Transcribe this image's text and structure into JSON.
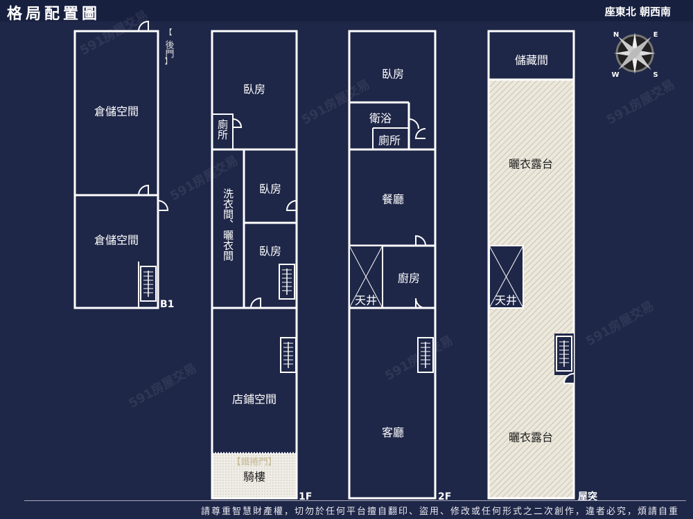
{
  "header": {
    "title": "格局配置圖",
    "orientation": "座東北 朝西南"
  },
  "compass": {
    "labels": [
      "N",
      "E",
      "S",
      "W"
    ]
  },
  "floors": {
    "b1": {
      "label": "B1",
      "back_door": "後門",
      "rooms": [
        "倉儲空間",
        "倉儲空間"
      ]
    },
    "f1": {
      "label": "1F",
      "rooms": {
        "bedroom1": "臥房",
        "toilet": "廁所",
        "laundry": "洗衣間、曬衣間",
        "bedroom2": "臥房",
        "bedroom3": "臥房",
        "shop": "店鋪空間",
        "shutter": "【鐵捲門】",
        "arcade": "騎樓"
      }
    },
    "f2": {
      "label": "2F",
      "rooms": {
        "bedroom": "臥房",
        "bath": "衛浴",
        "toilet": "廁所",
        "dining": "餐廳",
        "skylight": "天井",
        "kitchen": "廚房",
        "living": "客廳"
      }
    },
    "roof": {
      "label": "屋突",
      "rooms": {
        "storage": "儲藏間",
        "balcony1": "曬衣露台",
        "skylight": "天井",
        "balcony2": "曬衣露台"
      }
    }
  },
  "watermark": "591房屋交易",
  "footer": {
    "notice": "請尊重智慧財產權，切勿於任何平台擅自翻印、盜用、修改或任何形式之二次創作，違者必究，煩請自重"
  },
  "colors": {
    "background": "#1f2748",
    "header": "#18203f",
    "wall": "#ffffff",
    "hatch": "#e8e4d8"
  }
}
